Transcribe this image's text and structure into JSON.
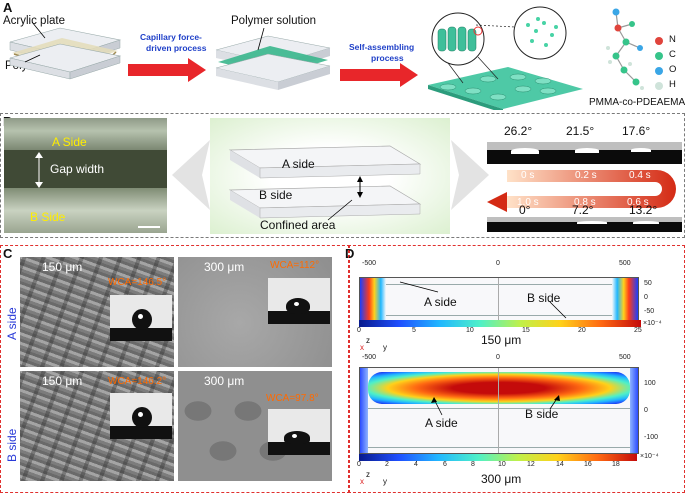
{
  "panel_a": {
    "letter": "A",
    "acrylic_plate": "Acrylic plate",
    "polyester_fabric": "Polyester fabric",
    "polymer_solution": "Polymer solution",
    "capillary_line1": "Capillary force-",
    "capillary_line2": "driven process",
    "self_assembling_line1": "Self-assembling",
    "self_assembling_line2": "process",
    "legend": [
      {
        "symbol": "N",
        "color": "#e0443c"
      },
      {
        "symbol": "C",
        "color": "#36c48a"
      },
      {
        "symbol": "O",
        "color": "#3aa6e6"
      },
      {
        "symbol": "H",
        "color": "#cfe3da"
      }
    ],
    "polymer_name": "PMMA-co-PDEAEMA"
  },
  "panel_b": {
    "letter": "B",
    "a_side": "A Side",
    "gap_width": "Gap width",
    "b_side": "B Side",
    "diagram_a_side": "A side",
    "diagram_b_side": "B side",
    "confined_area": "Confined area",
    "angles_top": [
      "26.2°",
      "21.5°",
      "17.6°"
    ],
    "times_top": [
      "0 s",
      "0.2 s",
      "0.4 s"
    ],
    "times_bottom": [
      "1.0 s",
      "0.8 s",
      "0.6 s"
    ],
    "angles_bottom": [
      "0°",
      "7.2°",
      "13.2°"
    ]
  },
  "panel_c": {
    "letter": "C",
    "side_a": "A side",
    "side_b": "B side",
    "cells": [
      {
        "thickness": "150 μm",
        "wca": "WCA=146.5°"
      },
      {
        "thickness": "300 μm",
        "wca": "WCA=112°"
      },
      {
        "thickness": "150 μm",
        "wca": "WCA=146.2°"
      },
      {
        "thickness": "300 μm",
        "wca": "WCA=97.8°"
      }
    ]
  },
  "panel_d": {
    "letter": "D",
    "plots": [
      {
        "x_ticks": [
          "-500",
          "0",
          "500"
        ],
        "y_ticks": [
          "50",
          "0",
          "-50"
        ],
        "a_side": "A side",
        "b_side": "B side",
        "cbar_ticks": [
          "0",
          "5",
          "10",
          "15",
          "20",
          "25"
        ],
        "cbar_exp": "×10⁻⁴",
        "caption": "150 μm"
      },
      {
        "x_ticks": [
          "-500",
          "0",
          "500"
        ],
        "y_ticks": [
          "100",
          "0",
          "-100"
        ],
        "a_side": "A side",
        "b_side": "B side",
        "cbar_ticks": [
          "0",
          "2",
          "4",
          "6",
          "8",
          "10",
          "12",
          "14",
          "16",
          "18"
        ],
        "cbar_exp": "×10⁻⁴",
        "caption": "300 μm"
      }
    ],
    "axis_z": "z",
    "axis_x": "x",
    "axis_y": "y"
  }
}
